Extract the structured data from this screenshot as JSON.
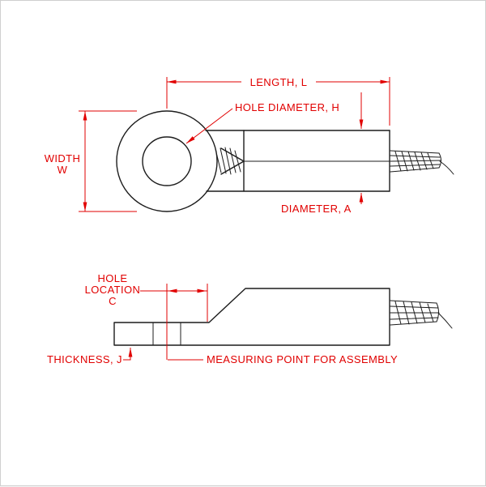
{
  "colors": {
    "dimension_red": "#e10000",
    "outline_black": "#1c1c1c",
    "background": "#ffffff"
  },
  "views": {
    "top": {
      "labels": {
        "length": "LENGTH, L",
        "hole_diameter": "HOLE DIAMETER, H",
        "width_line1": "WIDTH",
        "width_line2": "W",
        "diameter": "DIAMETER, A"
      }
    },
    "side": {
      "labels": {
        "hole_location_line1": "HOLE",
        "hole_location_line2": "LOCATION",
        "hole_location_line3": "C",
        "thickness": "THICKNESS, J",
        "measuring_point": "MEASURING POINT FOR ASSEMBLY"
      }
    }
  }
}
